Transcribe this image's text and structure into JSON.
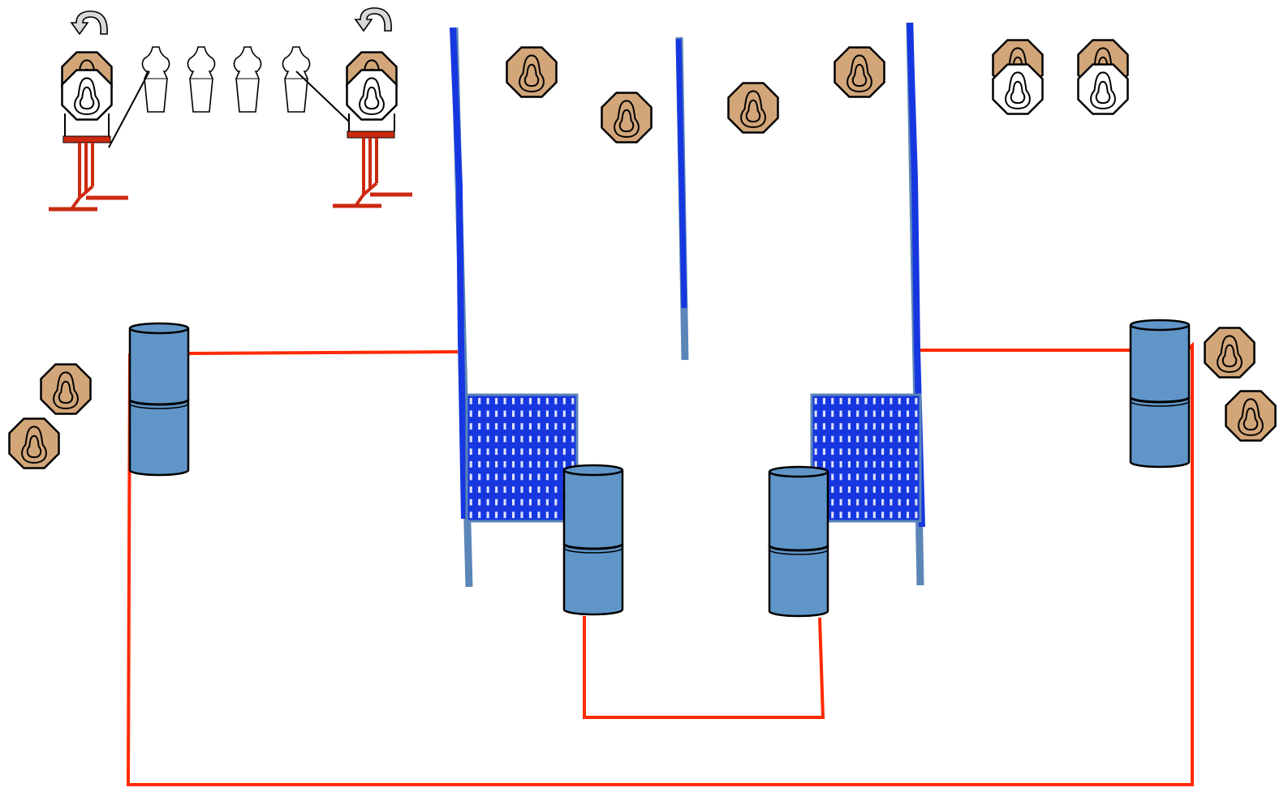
{
  "colors": {
    "tan": "#d2a679",
    "outline": "#000000",
    "barrel": "#6095c8",
    "fault_line": "#ff2a00",
    "wall": "#1637e0",
    "wall_post": "#5b86b8",
    "stand": "#cc2a10",
    "paper": "#ffffff",
    "arrow_fill": "#d9d9d9"
  },
  "elements": {
    "steel_targets": "steel-plate-target",
    "paper_targets": "paper-target",
    "no_shoots": "no-shoot-target",
    "barrels": "barrel",
    "walls": "vision-barrier-wall",
    "mesh": "mesh-panel",
    "fault_lines": "fault-line",
    "stands": "swinging-target-stand",
    "arrows": "rotation-arrow-icon"
  }
}
